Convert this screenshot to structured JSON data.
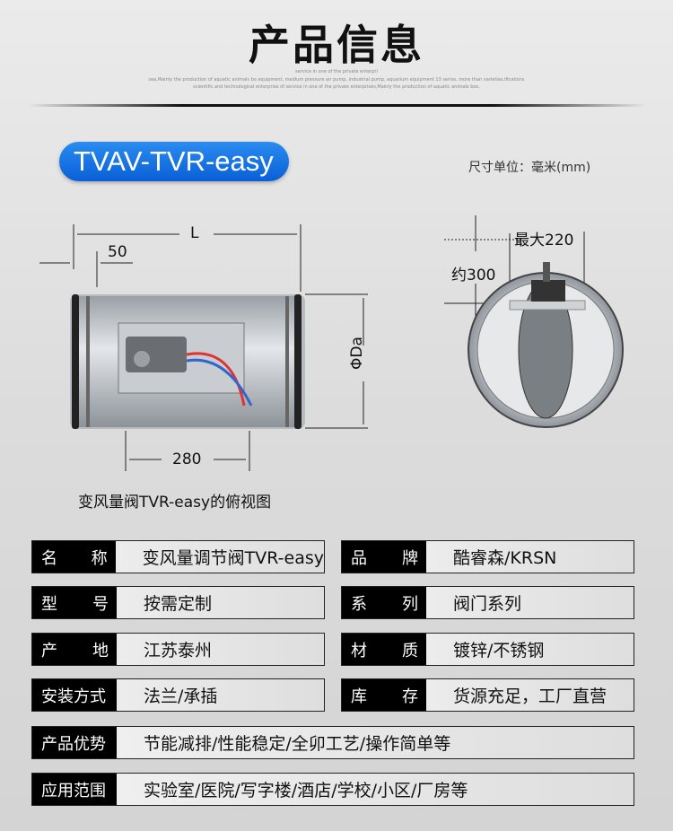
{
  "header": {
    "title": "产品信息",
    "sub_lines": [
      "service in one of the private enterpri",
      "sea,Mainly the production of aquatic animals bo equipment, medium pressure air pump, industrial pump, aquarium equipment 13 series, more than varieties,ifications",
      "scientific and technological enterprise of service in one of the private enterprises,Mainly the production of aquatic animals box,"
    ]
  },
  "product": {
    "model_badge": "TVAV-TVR-easy",
    "unit_note": "尺寸单位：毫米(mm)",
    "caption": "变风量阀TVR-easy的俯视图"
  },
  "dimensions": {
    "length": "L",
    "offset": "50",
    "body": "280",
    "diameter": "ΦDa",
    "max_width": "最大220",
    "height": "约300"
  },
  "specs": [
    {
      "label": [
        "名",
        "称"
      ],
      "value": "变风量调节阀TVR-easy"
    },
    {
      "label": [
        "品",
        "牌"
      ],
      "value": "酷睿森/KRSN"
    },
    {
      "label": [
        "型",
        "号"
      ],
      "value": "按需定制"
    },
    {
      "label": [
        "系",
        "列"
      ],
      "value": "阀门系列"
    },
    {
      "label": [
        "产",
        "地"
      ],
      "value": "江苏泰州"
    },
    {
      "label": [
        "材",
        "质"
      ],
      "value": "镀锌/不锈钢"
    },
    {
      "label": [
        "安装方式",
        ""
      ],
      "value": "法兰/承插"
    },
    {
      "label": [
        "库",
        "存"
      ],
      "value": "货源充足，工厂直营"
    }
  ],
  "wide_specs": [
    {
      "label": "产品优势",
      "value": "节能减排/性能稳定/全卯工艺/操作简单等"
    },
    {
      "label": "应用范围",
      "value": "实验室/医院/写字楼/酒店/学校/小区/厂房等"
    }
  ],
  "colors": {
    "badge": "#1a74e6",
    "label_bg": "#000000"
  }
}
